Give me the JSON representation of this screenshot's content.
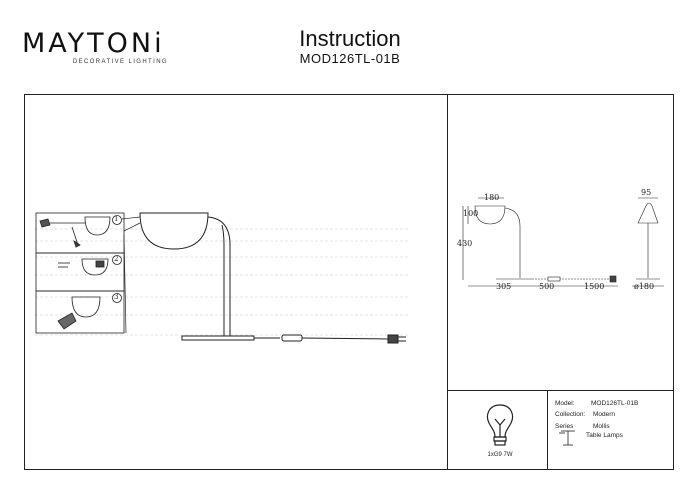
{
  "brand": {
    "logo_letters": "MAYTONi",
    "tagline": "DECORATIVE LIGHTING"
  },
  "header": {
    "title": "Instruction",
    "subtitle": "MOD126TL-01B"
  },
  "steps": [
    "1",
    "2",
    "3"
  ],
  "dimensions": {
    "shade_width": "180",
    "shade_height": "100",
    "total_height": "430",
    "base_offset": "305",
    "arm_length": "500",
    "cable_length": "1500",
    "side_width": "95",
    "base_diameter": "ø180"
  },
  "bulb": {
    "label": "1xG9 7W"
  },
  "spec": {
    "model_label": "Model:",
    "model_value": "MOD126TL-01B",
    "collection_label": "Collection:",
    "collection_value": "Modern",
    "series_label": "Series",
    "series_value": "Mollis",
    "type_value": "Table Lamps"
  },
  "colors": {
    "line": "#222222",
    "frame": "#222222",
    "logo_accent": "#c81e3a"
  }
}
